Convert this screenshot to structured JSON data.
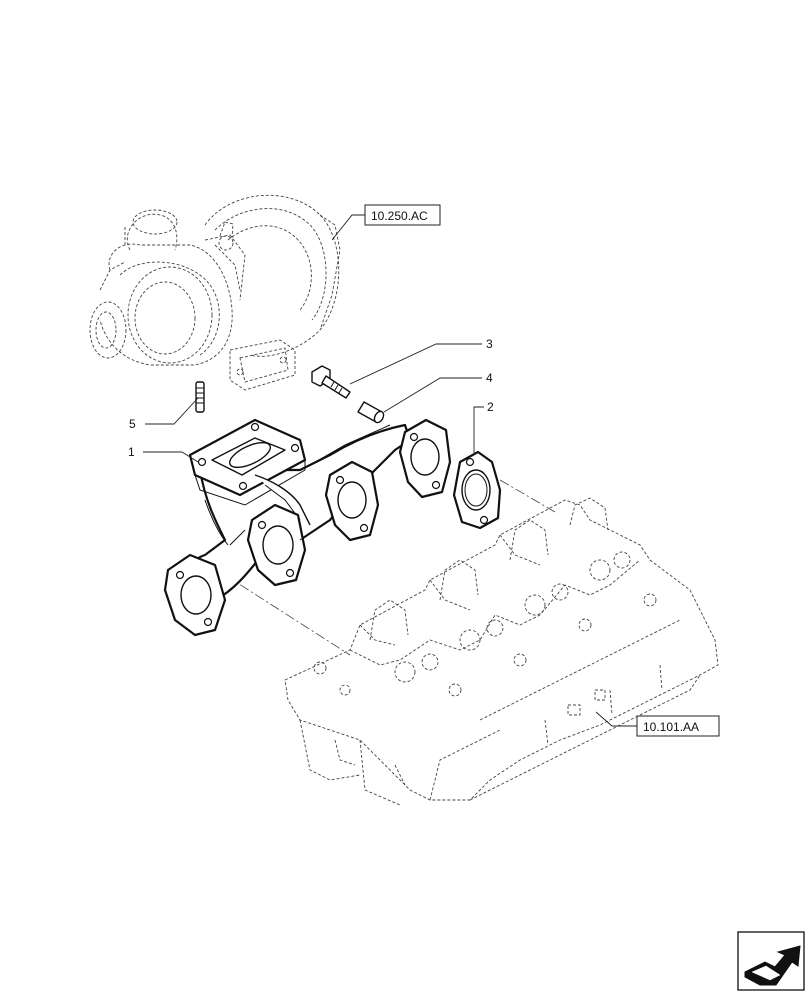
{
  "references": {
    "turbocharger": "10.250.AC",
    "cylinder_head": "10.101.AA"
  },
  "callouts": {
    "item1": "1",
    "item2": "2",
    "item3": "3",
    "item4": "4",
    "item5": "5"
  },
  "icons": {
    "navigation": "next-page-arrow-icon"
  },
  "colors": {
    "line": "#111111",
    "phantom": "#444444",
    "background": "#ffffff"
  }
}
